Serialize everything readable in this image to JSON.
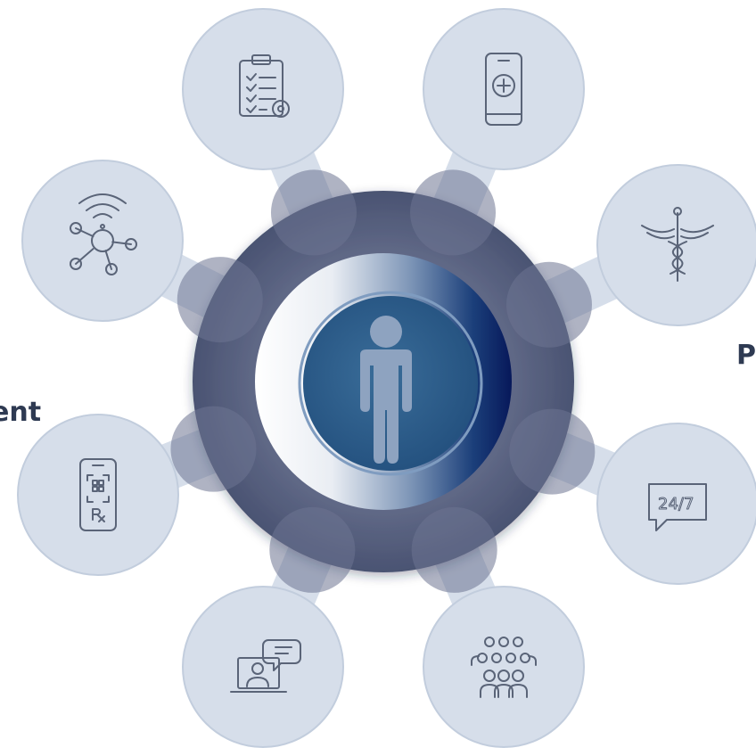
{
  "diagram": {
    "center": {
      "icon": "person-icon",
      "description": ""
    },
    "nodes": [
      {
        "id": "checklist",
        "icon": "clipboard-checklist-gear-icon"
      },
      {
        "id": "mobile-health",
        "icon": "mobile-medical-plus-icon"
      },
      {
        "id": "medical",
        "icon": "caduceus-icon"
      },
      {
        "id": "support-247",
        "icon": "chat-24-7-icon"
      },
      {
        "id": "community",
        "icon": "people-group-icon"
      },
      {
        "id": "telehealth",
        "icon": "video-consult-chat-icon"
      },
      {
        "id": "e-prescription",
        "icon": "mobile-qr-rx-icon"
      },
      {
        "id": "connected-devices",
        "icon": "wireless-network-hub-icon"
      }
    ]
  },
  "clipped_labels": {
    "left": "ent",
    "right": "P"
  },
  "colors": {
    "node_fill": "#d6deea",
    "node_stroke": "#c2cddd",
    "icon_stroke": "#5a6478",
    "ring_dark": "#4f5877",
    "ring_light": "#6d7491",
    "center_blue": "#2e5d8a",
    "center_navy": "#0b1f5c",
    "person_fill": "#8ea3c0",
    "label_text": "#2e3a52"
  }
}
